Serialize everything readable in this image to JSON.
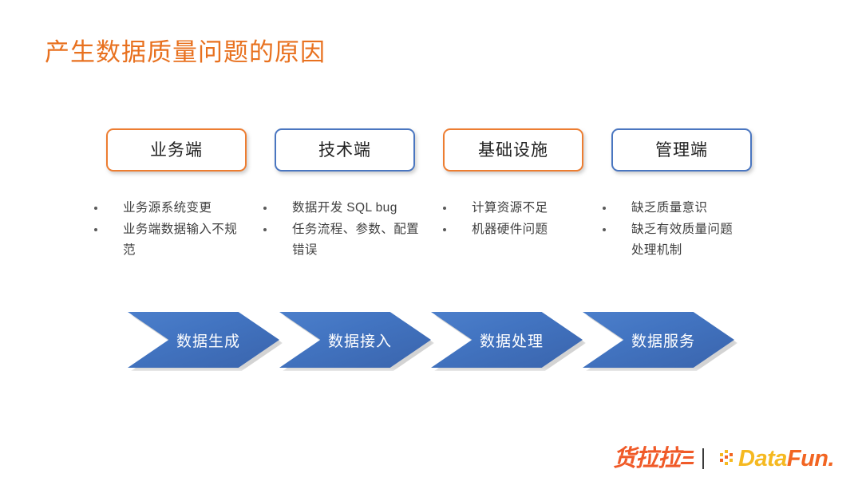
{
  "slide": {
    "title": "产生数据质量问题的原因",
    "title_color": "#E8711F",
    "background": "#ffffff"
  },
  "categories": [
    {
      "label": "业务端",
      "accent": "#ED7D31",
      "accent_name": "orange"
    },
    {
      "label": "技术端",
      "accent": "#4A76C0",
      "accent_name": "blue"
    },
    {
      "label": "基础设施",
      "accent": "#ED7D31",
      "accent_name": "orange"
    },
    {
      "label": "管理端",
      "accent": "#4A76C0",
      "accent_name": "blue"
    }
  ],
  "bullet_columns": [
    {
      "items": [
        "业务源系统变更",
        "业务端数据输入不规范"
      ]
    },
    {
      "items": [
        "数据开发 SQL bug",
        "任务流程、参数、配置错误"
      ]
    },
    {
      "items": [
        "计算资源不足",
        "机器硬件问题"
      ]
    },
    {
      "items": [
        "缺乏质量意识",
        "缺乏有效质量问题处理机制"
      ]
    }
  ],
  "pipeline": {
    "color": "#4472C4",
    "steps": [
      {
        "label": "数据生成"
      },
      {
        "label": "数据接入"
      },
      {
        "label": "数据处理"
      },
      {
        "label": "数据服务"
      }
    ]
  },
  "footer": {
    "brand_primary": "货拉拉",
    "brand_primary_color": "#F05A28",
    "brand_secondary_part1": "Data",
    "brand_secondary_part2": "Fun.",
    "brand_secondary_color1": "#F5B921",
    "brand_secondary_color2": "#F26522"
  }
}
